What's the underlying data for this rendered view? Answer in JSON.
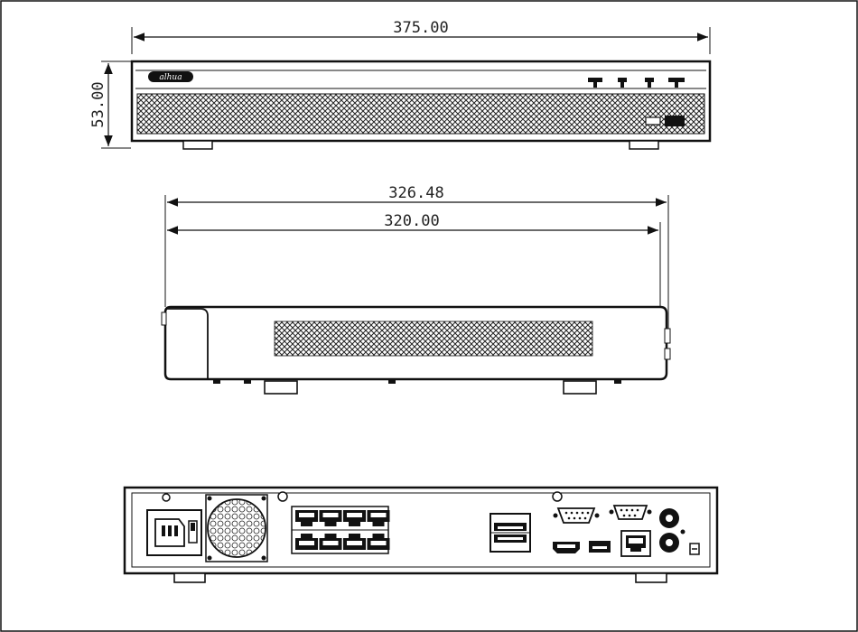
{
  "dimensions": {
    "front_width": "375.00",
    "front_height": "53.00",
    "side_depth_total": "326.48",
    "side_depth_body": "320.00"
  },
  "front_logo": "alhua",
  "colors": {
    "ink": "#111111",
    "panel": "#ffffff",
    "mesh": "#222222"
  }
}
